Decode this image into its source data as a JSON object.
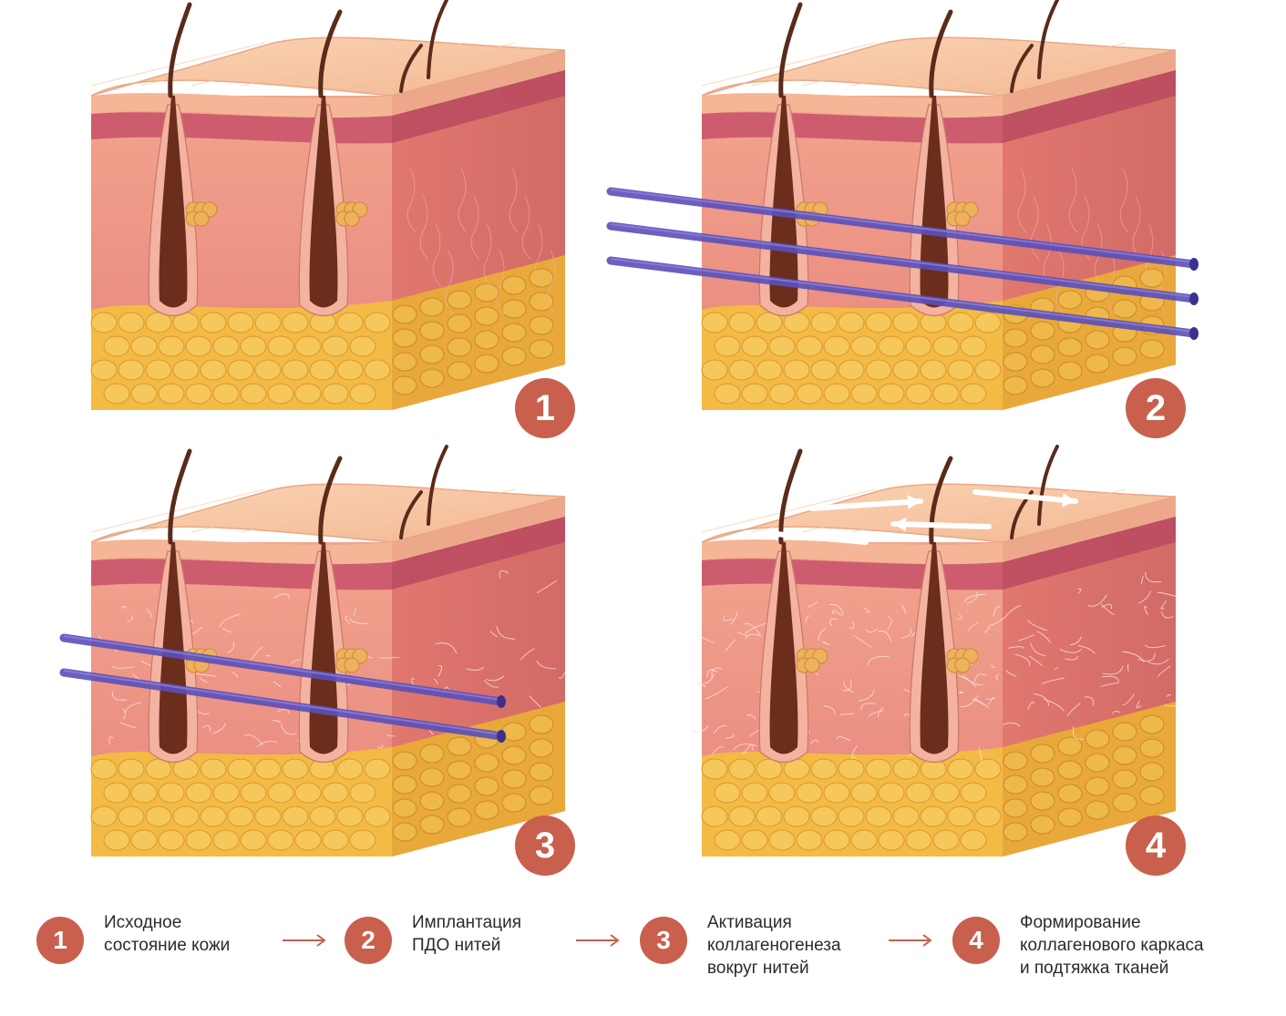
{
  "panels": [
    {
      "number": "1",
      "threads": 0,
      "collagen": "none",
      "lift_arrows": false
    },
    {
      "number": "2",
      "threads": 3,
      "collagen": "none",
      "lift_arrows": false
    },
    {
      "number": "3",
      "threads": 2,
      "collagen": "forming",
      "lift_arrows": false
    },
    {
      "number": "4",
      "threads": 0,
      "collagen": "dense",
      "lift_arrows": true
    }
  ],
  "legend": [
    {
      "number": "1",
      "text": "Исходное\nсостояние кожи"
    },
    {
      "number": "2",
      "text": "Имплантация\nПДО нитей"
    },
    {
      "number": "3",
      "text": "Активация\nколлагеногенеза\nвокруг нитей"
    },
    {
      "number": "4",
      "text": "Формирование\nколлагенового каркаса\nи подтяжка тканей"
    }
  ],
  "colors": {
    "badge": "#c8604d",
    "epidermis_top": "#f7c4a0",
    "dermis": "#e88f86",
    "dermis_band": "#c8506a",
    "fat": "#f3bb45",
    "thread": "#5b4fb8",
    "hair": "#5a2a1a"
  }
}
